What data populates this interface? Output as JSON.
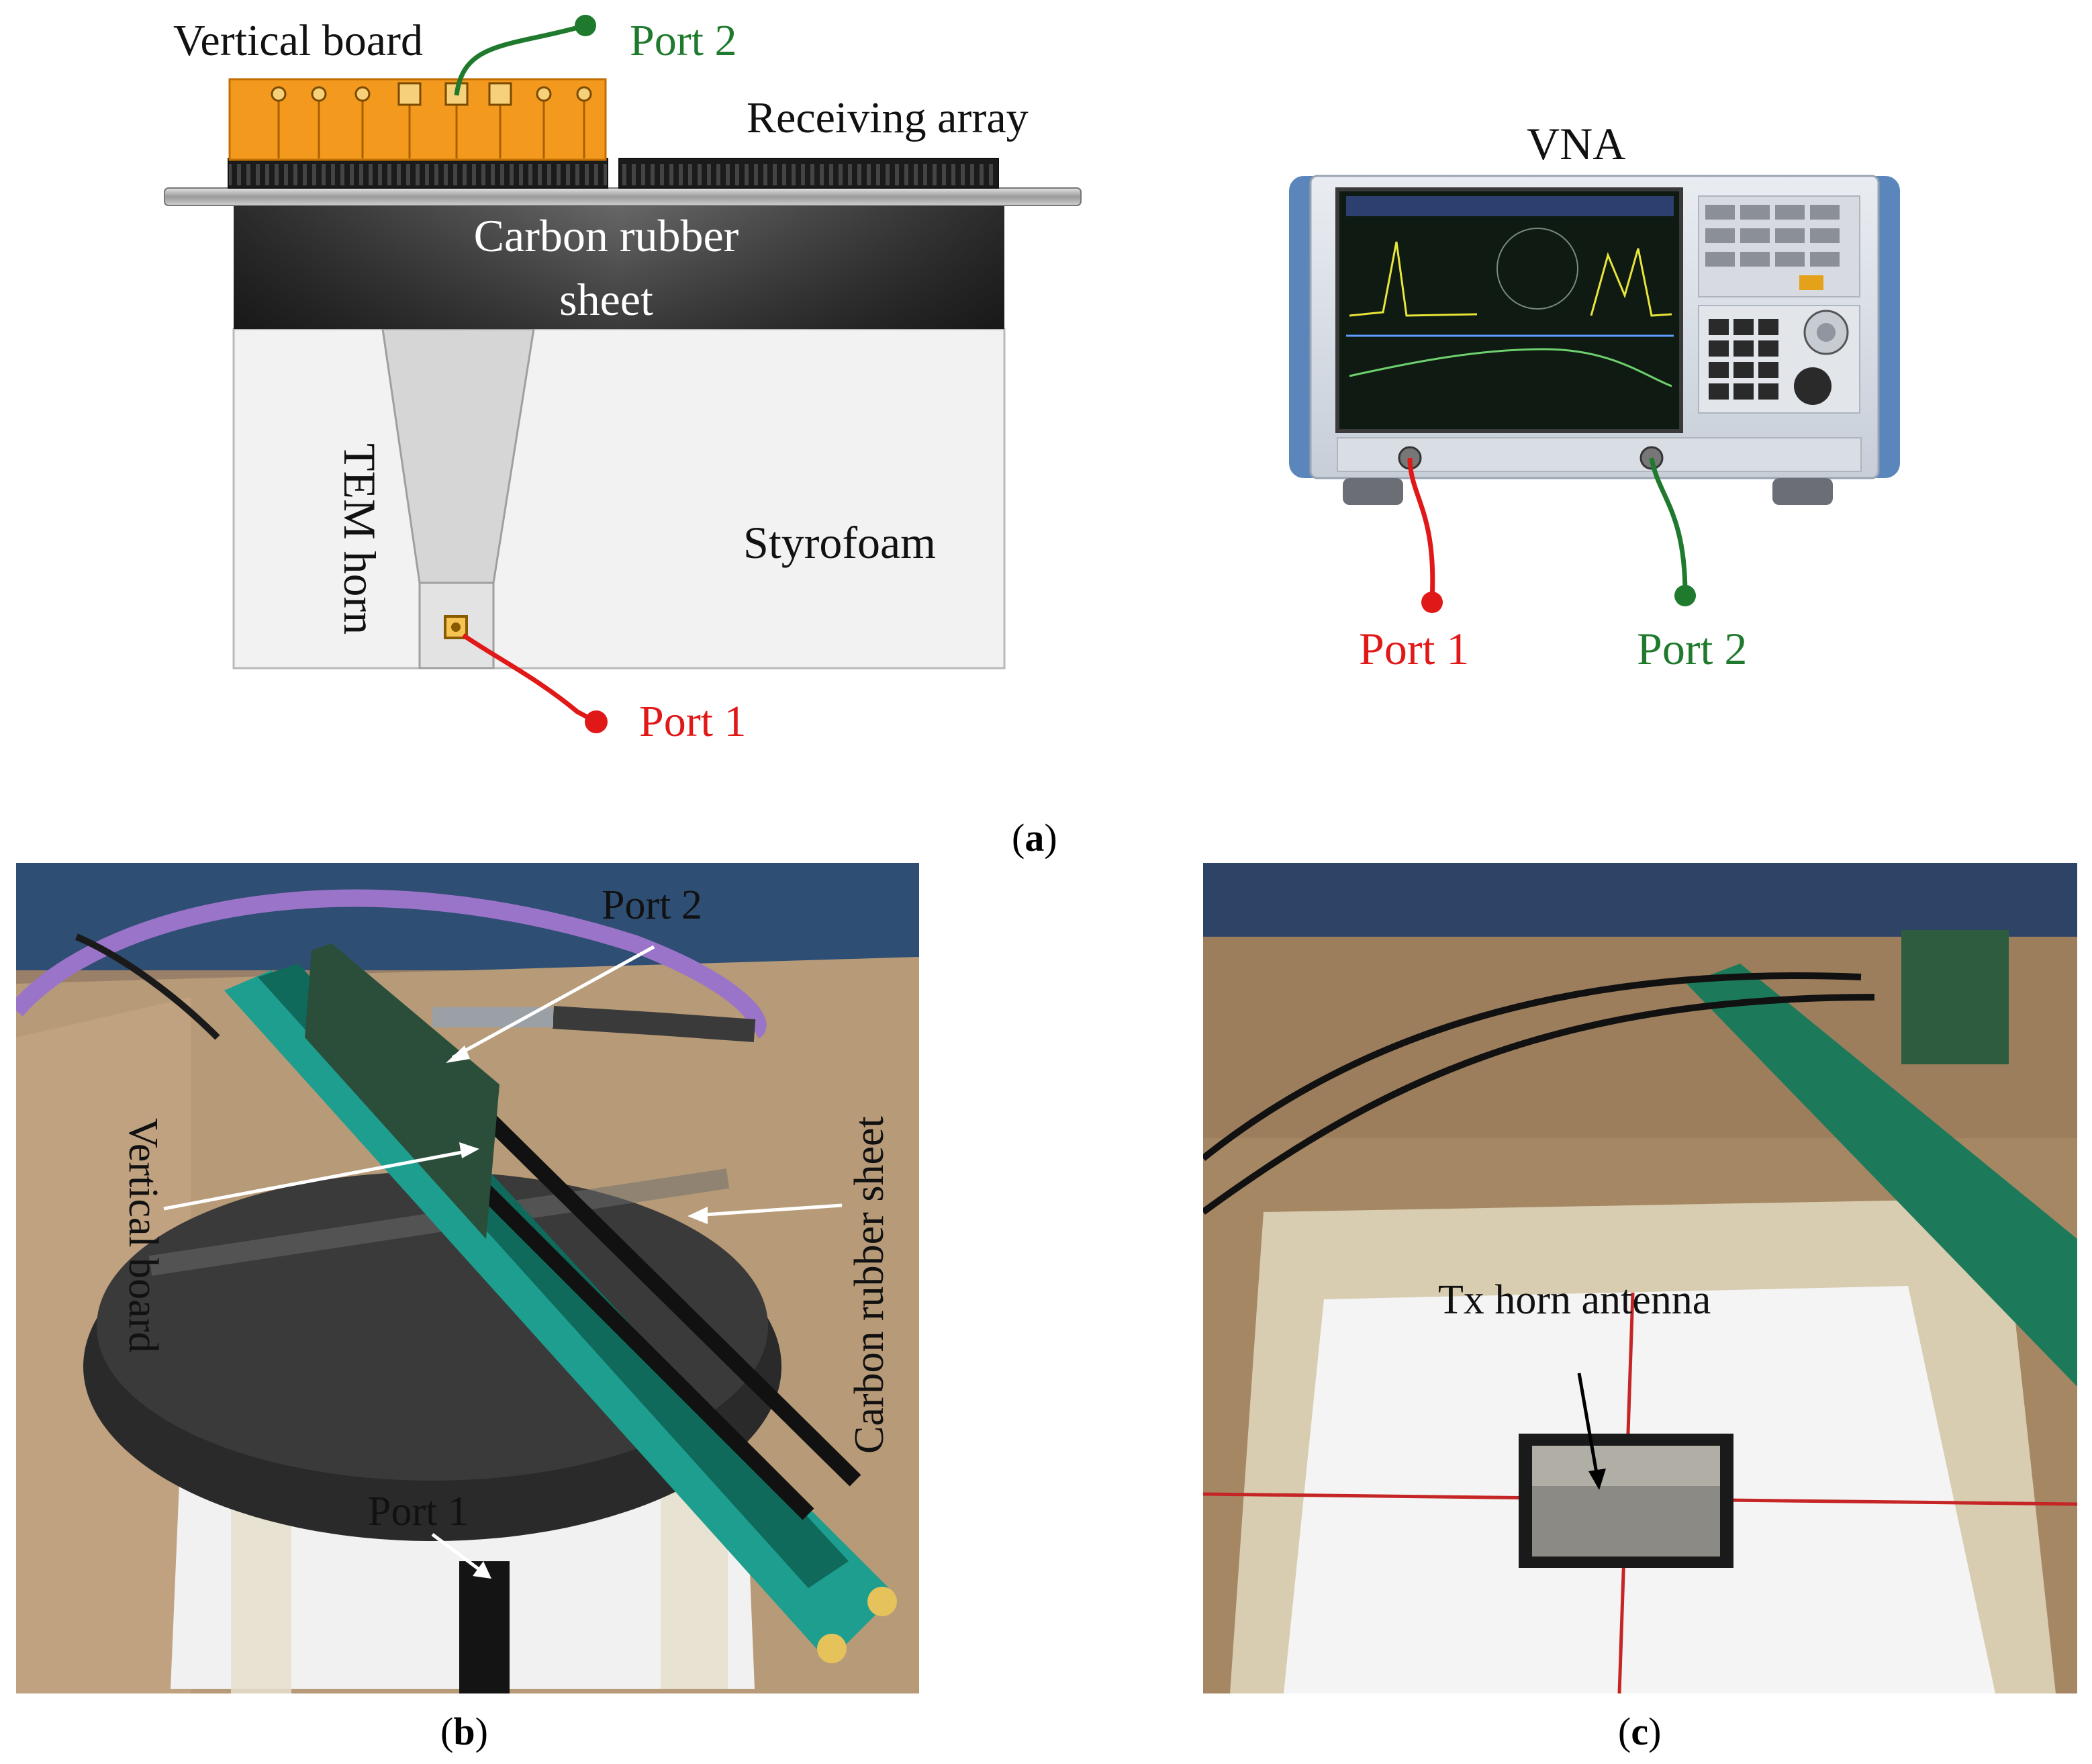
{
  "panel_a": {
    "label_vertical_board": "Vertical board",
    "label_port2": "Port 2",
    "label_receiving_array": "Receiving array",
    "label_carbon_rubber_sheet_line1": "Carbon rubber",
    "label_carbon_rubber_sheet_line2": "sheet",
    "label_tem_horn": "TEM horn",
    "label_styrofoam": "Styrofoam",
    "label_port1": "Port 1",
    "label_vna": "VNA",
    "label_vna_port1": "Port 1",
    "label_vna_port2": "Port 2",
    "caption_letter": "a"
  },
  "panel_b": {
    "label_port2": "Port 2",
    "label_vertical_board": "Vertical board",
    "label_carbon_rubber_sheet": "Carbon rubber sheet",
    "label_port1": "Port 1",
    "caption_letter": "b"
  },
  "panel_c": {
    "label_tx_horn": "Tx horn antenna",
    "caption_letter": "c"
  },
  "colors": {
    "port1": "#e01818",
    "port2": "#1f7a2e",
    "board": "#f39a1e",
    "carbon": "#3b3b3b",
    "styrofoam": "#f2f2f2"
  }
}
